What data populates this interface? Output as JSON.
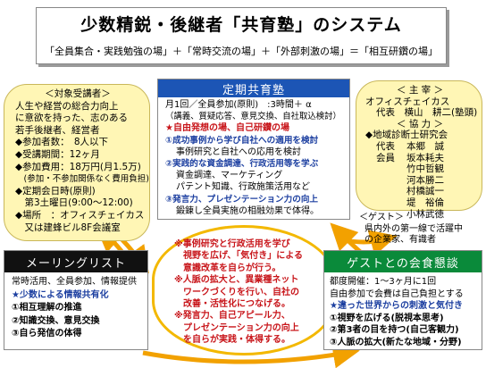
{
  "title": "少数精鋭・後継者「共育塾」のシステム",
  "subtitle": "「全員集合・実践勉強の場」＋「常時交流の場」＋「外部刺激の場」＝「相互研鑽の場」",
  "left_box": {
    "heading": "＜対象受講者＞",
    "description": [
      "人生や経営の総合力向上",
      "に意欲を持った、志のある",
      "若手後継者、経営者"
    ],
    "items": [
      "◆参加者数：　8人以下",
      "◆受講期間：12ヶ月",
      "◆参加費用：18万円(月1.5万)",
      "　(参加・不参加関係なく費用負担)",
      "◆定期会日時(原則)",
      "　第3土曜日(9:00〜12:00)",
      "◆場所　：オフィスチェイカス",
      "　又は建蜂ビル8F会議室"
    ]
  },
  "right_box": {
    "host_heading": "＜ 主 宰 ＞",
    "host_org": "オフィスチェイカス",
    "host_rep": "代表　横山　耕二(塾頭)",
    "coop_heading": "＜ 協 力 ＞",
    "coop_org": "◆地域診断士研究会",
    "rep_role": "代表",
    "rep_name": "本郷　誠",
    "member_role": "会員",
    "members": [
      "坂本耗夫",
      "竹中哲観",
      "河本勝二",
      "村橋誠一",
      "堤　裕倫",
      "小林武徳"
    ]
  },
  "guest_note": {
    "heading": "＜ゲスト＞",
    "lines": [
      "県内外の第一線で活躍中",
      "の企業家、有識者"
    ]
  },
  "center_panel": {
    "header": "定期共育塾",
    "line1": "月1回／全員参加(原則)　:3時間＋ α",
    "line2": "（講義、質疑応答、意見交換、自社取込検討）",
    "section_title": "★自由発想の場、自己研鑽の場",
    "items": [
      {
        "title": "①成功事例から学び自社への適用を検討",
        "subs": [
          "事例研究と自社への応用を検討"
        ]
      },
      {
        "title": "②実践的な資金調達、行政活用等を学ぶ",
        "subs": [
          "資金調達、マーケティング",
          "パテント知識、行政施策活用など"
        ]
      },
      {
        "title": "③発言力、プレゼンテーション力の向上",
        "subs": [
          "鍛錬し全員実施の相融効果で体得。"
        ]
      }
    ]
  },
  "bottom_left_panel": {
    "header": "メーリングリスト",
    "lead": "常時活用、全員参加、情報提供",
    "section_title": "★少数による情報共有化",
    "items": [
      "①相互理解の推進",
      "②知識交換、意見交換",
      "③自ら発信の体得"
    ]
  },
  "bottom_center": {
    "items": [
      "※事例研究と行政活用を学び",
      "　視野を広げ、「気付き」による",
      "　意識改革を自らが行う。",
      "※人脈の拡大と、異業種ネット",
      "　ワークづくりを行い、自社の",
      "　改善・活性化につなげる。",
      "※発言力、自己アピール力、",
      "　プレゼンテーション力の向上",
      "　を自らが実践・体得する。"
    ]
  },
  "bottom_right_panel": {
    "header": "ゲストとの会食懇談",
    "lead1": "都度開催：1〜3ヶ月に1回",
    "lead2": "自由参加で会費は自己負担とする",
    "section_title": "★違った世界からの刺激と気付き",
    "items": [
      "①視野を広げる(脱視本思考)",
      "②第3者の目を持つ(自己客観力)",
      "③人脈の拡大(新たな地域・分野)"
    ]
  },
  "colors": {
    "yellow_fill": "#fff6b5",
    "blue_header": "#1c55b5",
    "green_header": "#0a8a3a",
    "black_header": "#111111",
    "orange_arrow": "#f2a100",
    "red_text": "#c8151a",
    "blue_text": "#1c3fa0"
  }
}
